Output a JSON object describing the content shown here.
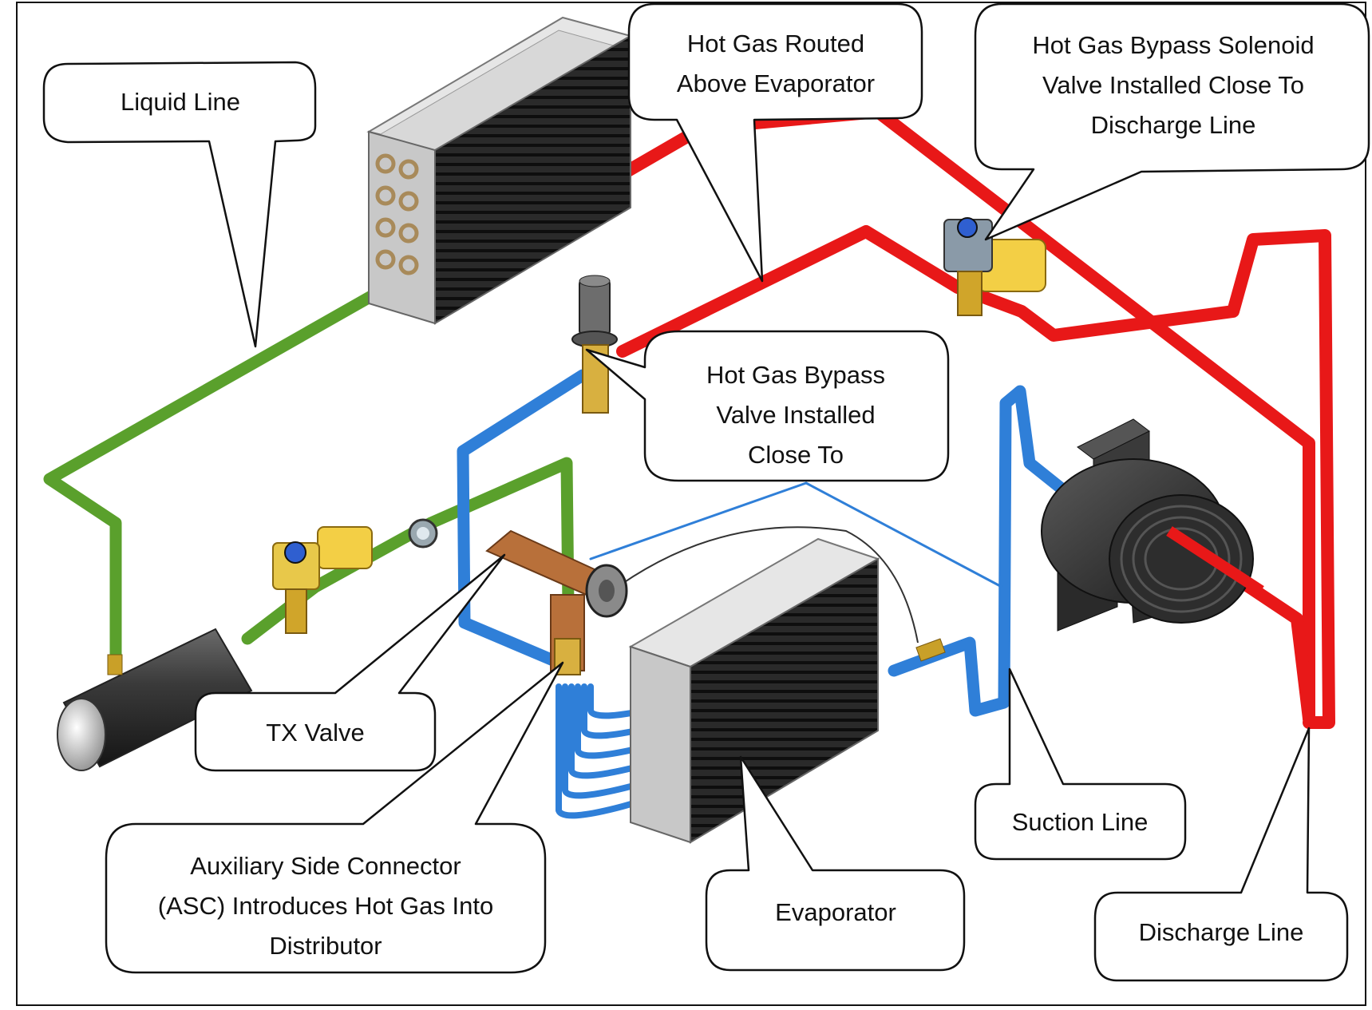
{
  "colors": {
    "liquid_line": "#5aa02c",
    "hot_gas": "#e81818",
    "suction": "#2f7fd8",
    "brass": "#c9a028",
    "copper": "#b8703a"
  },
  "callouts": {
    "liquid_line": "Liquid Line",
    "hot_gas_routed": [
      "Hot Gas Routed",
      "Above Evaporator"
    ],
    "solenoid": [
      "Hot Gas Bypass Solenoid",
      "Valve Installed Close To",
      "Discharge Line"
    ],
    "bypass_valve": [
      "Hot Gas Bypass",
      "Valve Installed",
      "Close To"
    ],
    "tx_valve": "TX Valve",
    "asc": [
      "Auxiliary Side Connector",
      "(ASC) Introduces Hot Gas Into",
      "Distributor"
    ],
    "evaporator": "Evaporator",
    "suction_line": "Suction Line",
    "discharge_line": "Discharge Line"
  }
}
